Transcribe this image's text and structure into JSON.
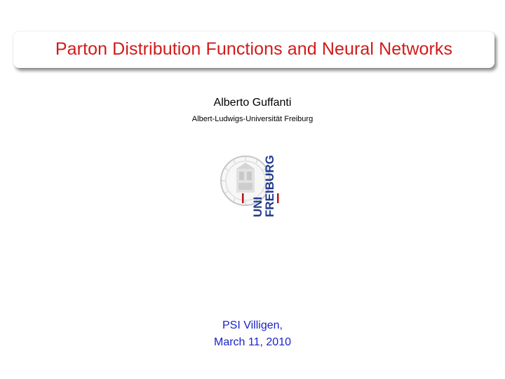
{
  "slide": {
    "title": "Parton Distribution Functions and Neural Networks",
    "author": "Alberto Guffanti",
    "institute": "Albert-Ludwigs-Universität Freiburg",
    "logo": {
      "icon": "university-seal-icon",
      "wordmark_line1": "UNI",
      "wordmark_line2": "FREIBURG"
    },
    "event_line1": "PSI Villigen,",
    "event_line2": "March 11, 2010"
  },
  "colors": {
    "title": "#d11a1a",
    "event": "#1a22c8",
    "logo_blue": "#1f3a8f",
    "logo_red": "#b3141b"
  }
}
